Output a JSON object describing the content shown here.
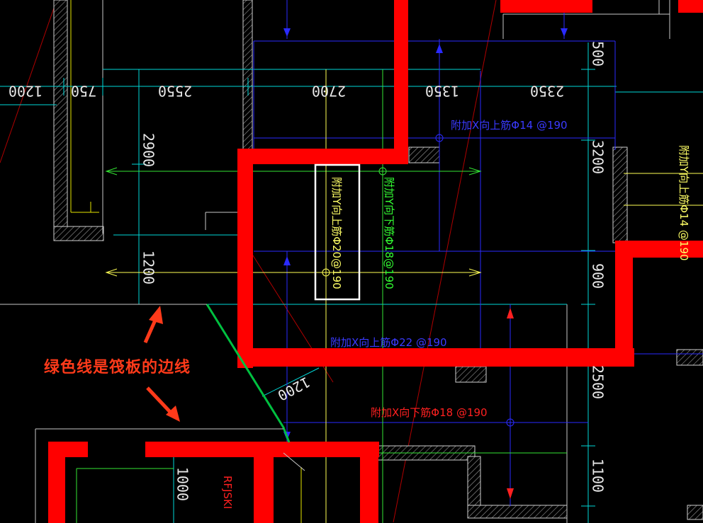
{
  "dimensions_top": [
    "1200",
    "750",
    "2550",
    "2700",
    "1350",
    "2350"
  ],
  "dimensions_right": [
    "500",
    "3200",
    "900",
    "2500",
    "1100"
  ],
  "dimensions_left": [
    "2900",
    "1200"
  ],
  "dimension_bottom": "1200",
  "dimension_lower_left": "1000",
  "annotations": {
    "x_top_phi14": "附加X向上筋Φ14 @190",
    "y_top_phi20": "附加Y向上筋Φ20@190",
    "y_bottom_phi18": "附加Y向下筋Φ18@190",
    "x_top_phi22": "附加X向上筋Φ22 @190",
    "x_bottom_phi18": "附加X向下筋Φ18 @190",
    "y_top_phi14_right": "附加Y向上筋Φ14 @190"
  },
  "room_label": "RFJSKI",
  "callout_text": "绿色线是筏板的边线",
  "colors": {
    "background": "#000000",
    "wall": "#ff0000",
    "slab_edge": "#00c040",
    "dimension_line": "#00e0e0",
    "rebar_blue": "#2a2aff",
    "rebar_yellow": "#ffff66",
    "rebar_green": "#33ff33",
    "highlight_box": "#ffffff",
    "callout": "#ff3a1a"
  }
}
